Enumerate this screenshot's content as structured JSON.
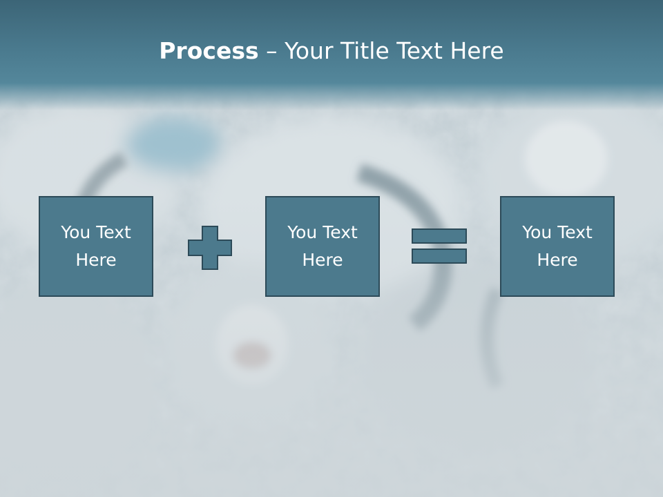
{
  "slide": {
    "title_bold": "Process",
    "title_rest": " – Your Title Text Here",
    "boxes": [
      {
        "label": "You Text Here"
      },
      {
        "label": "You Text Here"
      },
      {
        "label": "You Text Here"
      }
    ],
    "operators": [
      "plus-icon",
      "equals-icon"
    ],
    "colors": {
      "header": "#4a7a8e",
      "box_fill": "#4c7a8d",
      "box_border": "#2c4a58",
      "text": "#ffffff"
    }
  }
}
